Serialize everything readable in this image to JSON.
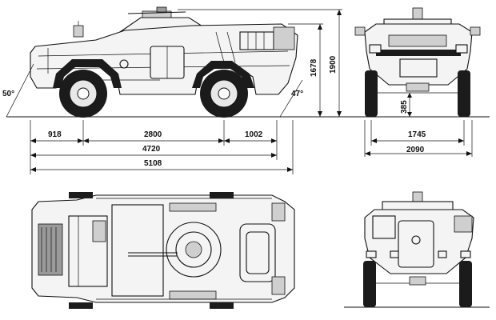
{
  "dimensions": {
    "overall_length": "5108",
    "body_length": "4720",
    "wheelbase": "2800",
    "front_overhang": "918",
    "rear_overhang": "1002",
    "approach_angle": "50°",
    "departure_angle": "47°",
    "hull_height": "1678",
    "overall_height": "1900",
    "ground_clearance": "385",
    "track_width": "1745",
    "overall_width": "2090"
  },
  "colors": {
    "ink": "#111111",
    "hull_fill": "#f4f4f4",
    "tyre": "#1b1b1b",
    "panel_grey": "#cfcfcf"
  }
}
